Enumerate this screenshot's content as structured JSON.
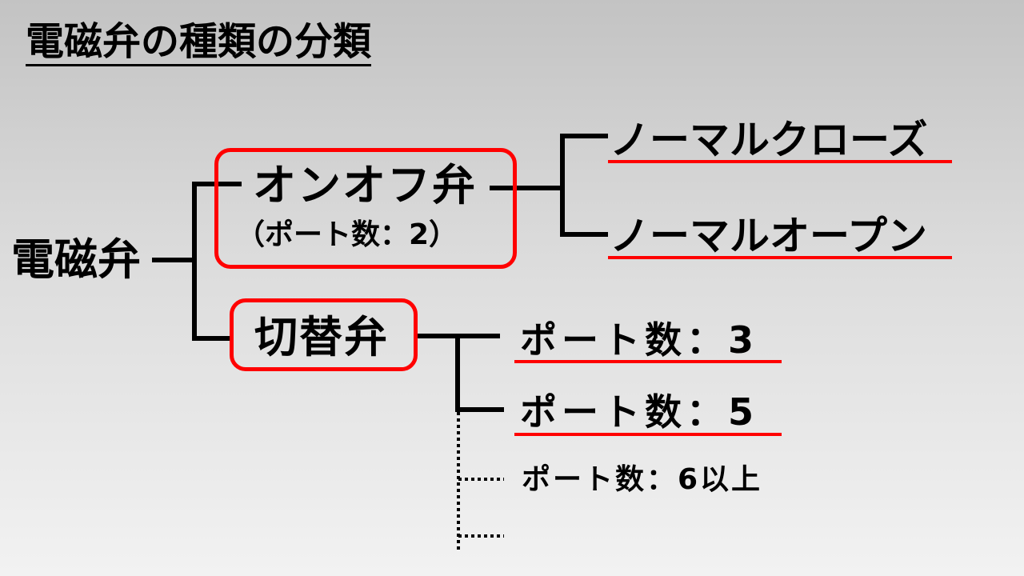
{
  "title": "電磁弁の種類の分類",
  "root": "電磁弁",
  "onoff": {
    "label": "オンオフ弁",
    "sub": "（ポート数：2）",
    "children": [
      "ノーマルクローズ",
      "ノーマルオープン"
    ]
  },
  "switch": {
    "label": "切替弁",
    "children": [
      "ポート数：3",
      "ポート数：5"
    ],
    "other": "ポート数：6以上"
  },
  "colors": {
    "highlight": "#ff0000",
    "line": "#000000"
  }
}
